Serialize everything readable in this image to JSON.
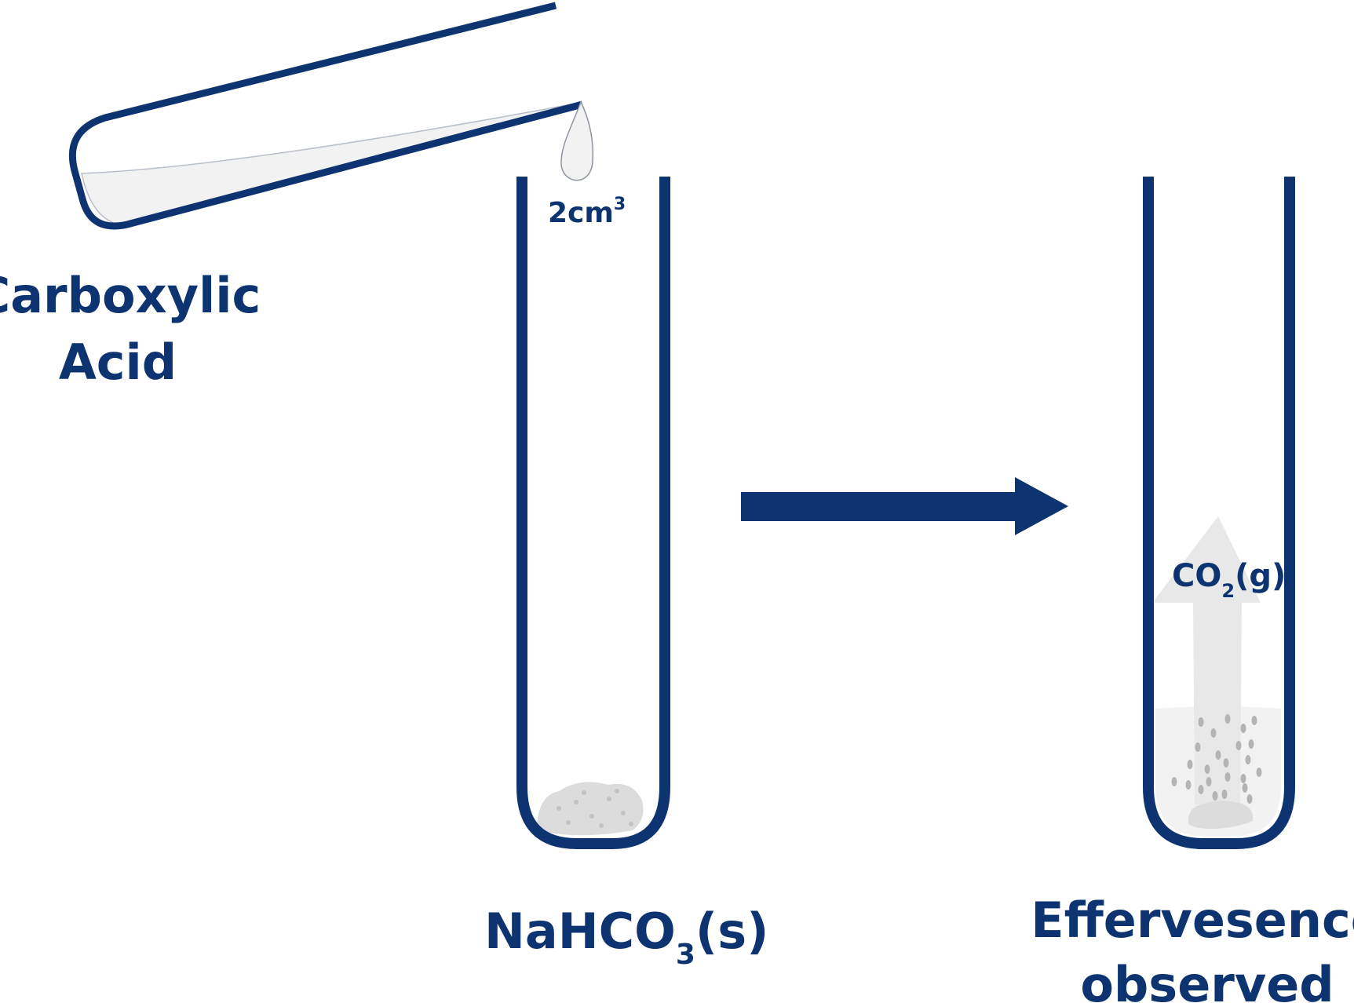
{
  "colors": {
    "glass": "#0d3470",
    "liquid": "#f2f2f2",
    "solid": "#dcdcdc",
    "gas_arrow": "#e8e8e8",
    "bubble": "#b4b4b4"
  },
  "labels": {
    "acid_line1": "Carboxylic",
    "acid_line2": "Acid",
    "volume": "2cm",
    "volume_sup": "3",
    "reagent_main": "NaHCO",
    "reagent_sub": "3",
    "reagent_state": "(s)",
    "gas_main": "CO",
    "gas_sub": "2",
    "gas_state": "(g)",
    "result_line1": "Effervesence",
    "result_line2": "observed"
  }
}
